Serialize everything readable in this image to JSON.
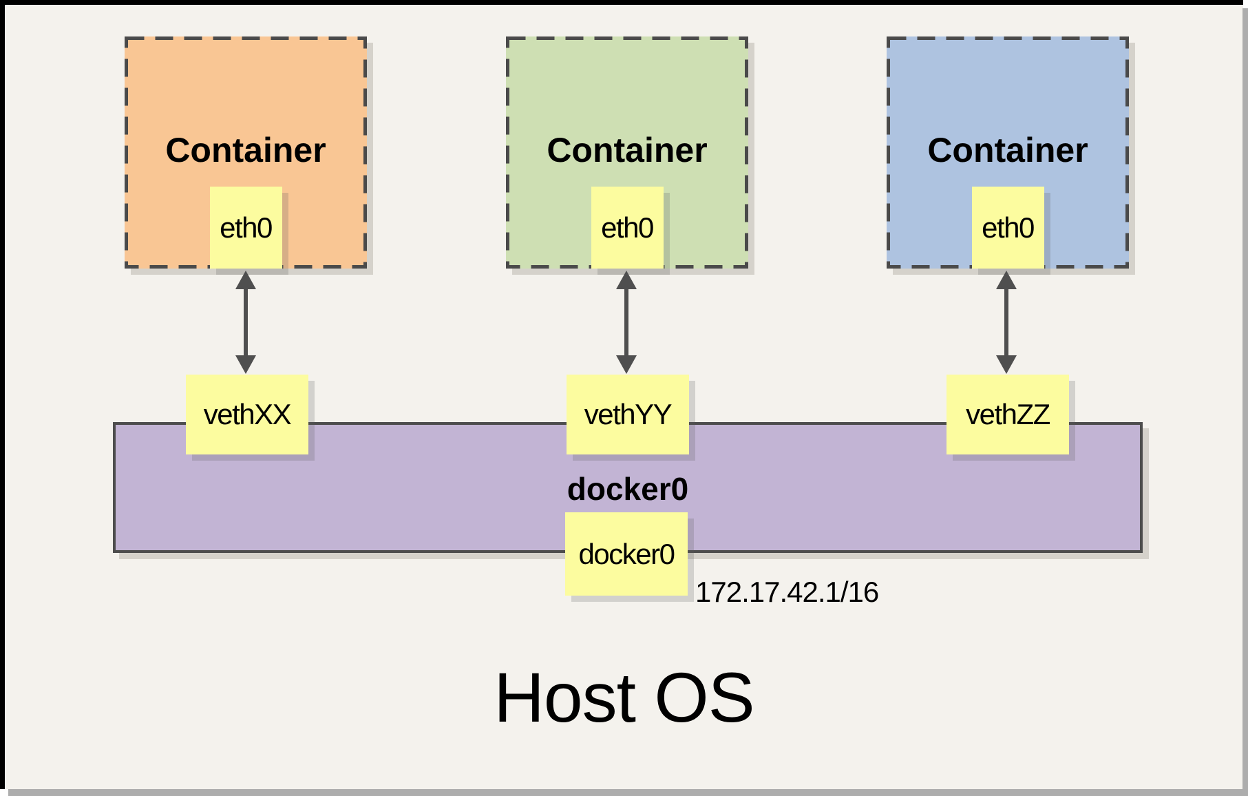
{
  "host": {
    "label": "Host OS"
  },
  "bridge": {
    "label": "docker0",
    "interface_note": "docker0",
    "ip": "172.17.42.1/16"
  },
  "containers": [
    {
      "title": "Container",
      "iface": "eth0",
      "veth": "vethXX"
    },
    {
      "title": "Container",
      "iface": "eth0",
      "veth": "vethYY"
    },
    {
      "title": "Container",
      "iface": "eth0",
      "veth": "vethZZ"
    }
  ],
  "colors": {
    "background": "#F4F2ED",
    "container_orange": "#F9C694",
    "container_green": "#CEDFB3",
    "container_blue": "#AEC3E0",
    "bridge_purple": "#C2B4D4",
    "note_yellow": "#FCFC9F",
    "line_dark": "#4D4D4D"
  }
}
